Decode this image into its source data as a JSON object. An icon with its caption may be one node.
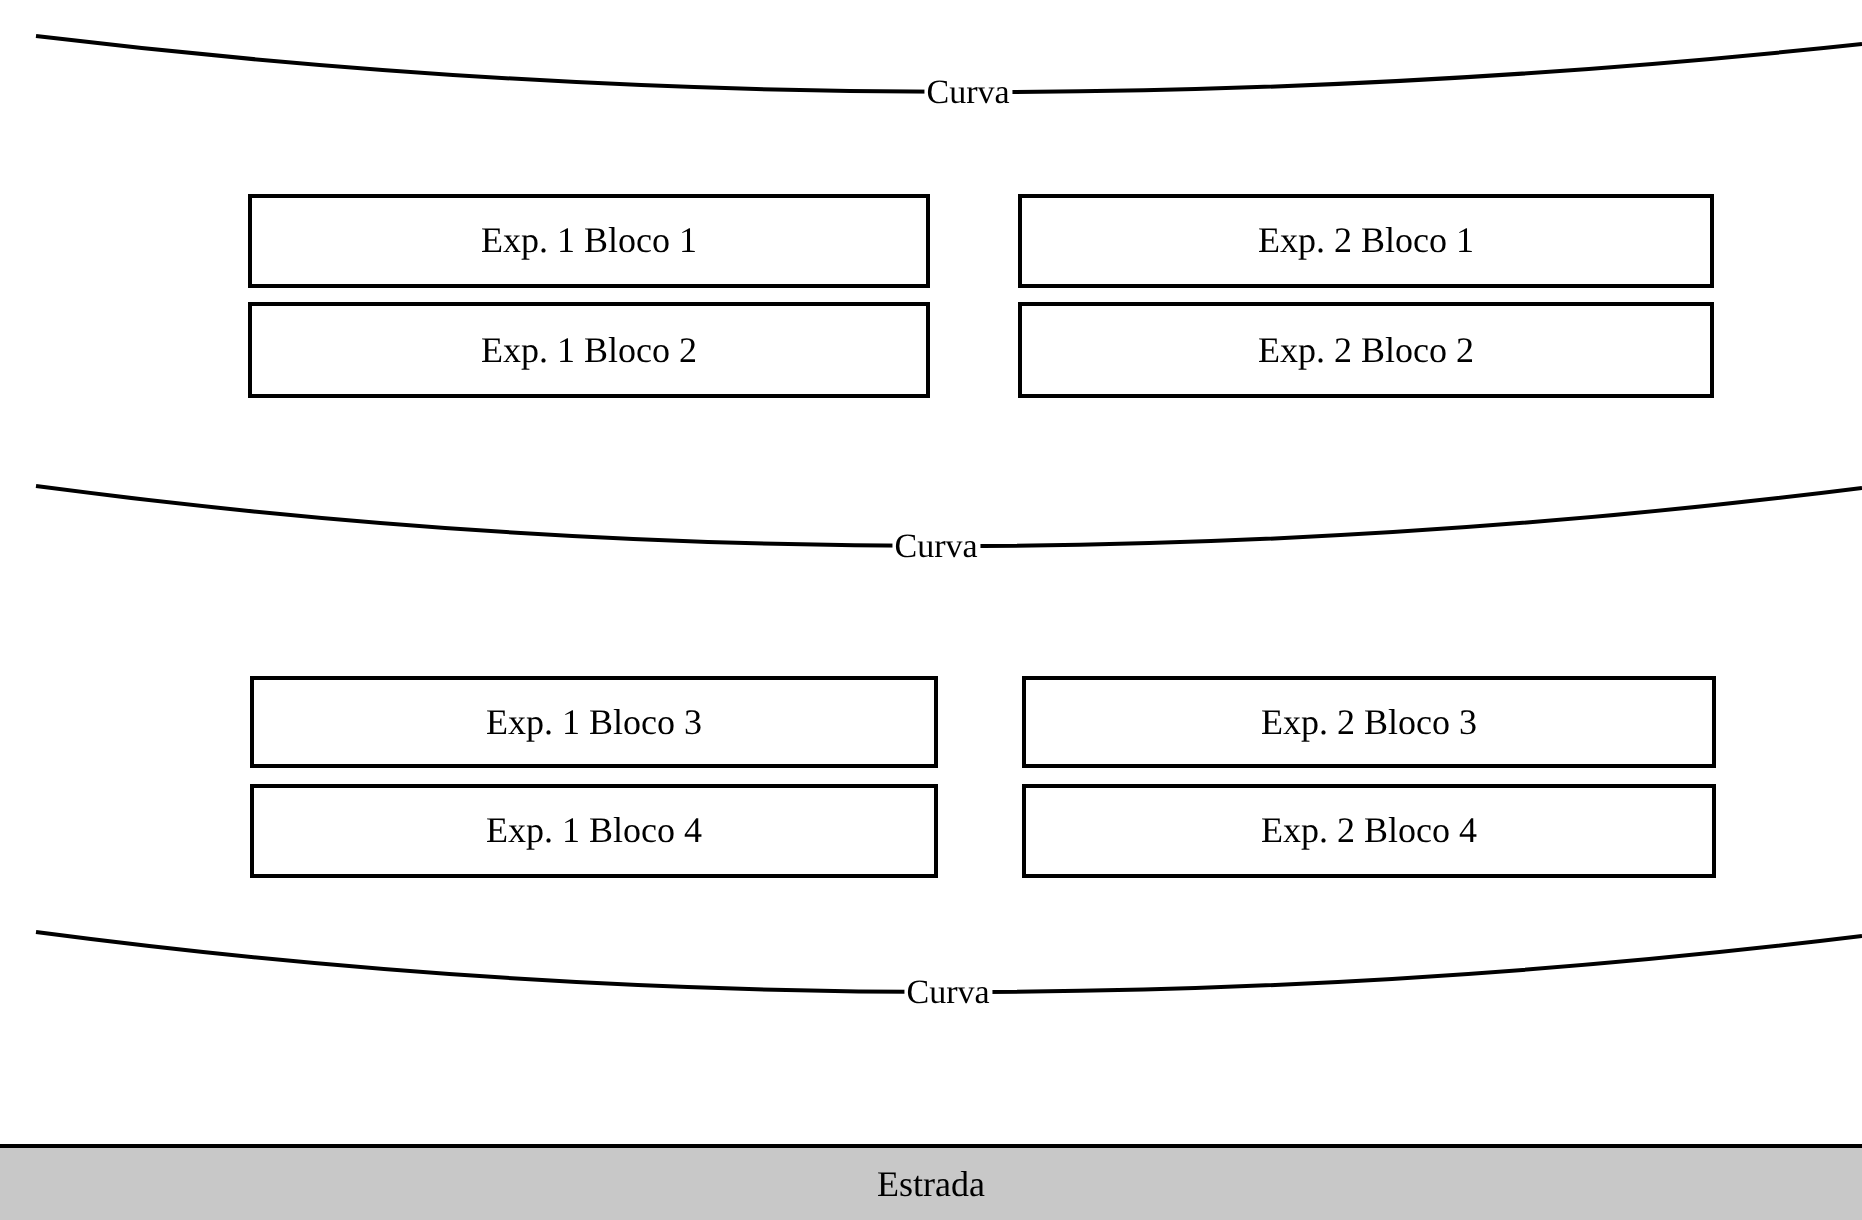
{
  "diagram": {
    "nodes": [
      {
        "text": [
          "Exp. 1 Bloco 1"
        ]
      },
      {
        "text": [
          "Exp. 1 Bloco 2"
        ]
      },
      {
        "text": [
          "Exp. 2 Bloco 1"
        ]
      },
      {
        "text": [
          "Exp. 2 Bloco 2"
        ]
      },
      {
        "text": [
          "Exp. 1 Bloco 3"
        ]
      },
      {
        "text": [
          "Exp. 1 Bloco 4"
        ]
      },
      {
        "text": [
          "Exp. 2 Bloco 3"
        ]
      },
      {
        "text": [
          "Exp. 2 Bloco 4"
        ]
      },
      {
        "text": [
          "Estrada"
        ]
      }
    ],
    "labels": [
      "Curva",
      "Curva",
      "Curva"
    ]
  }
}
